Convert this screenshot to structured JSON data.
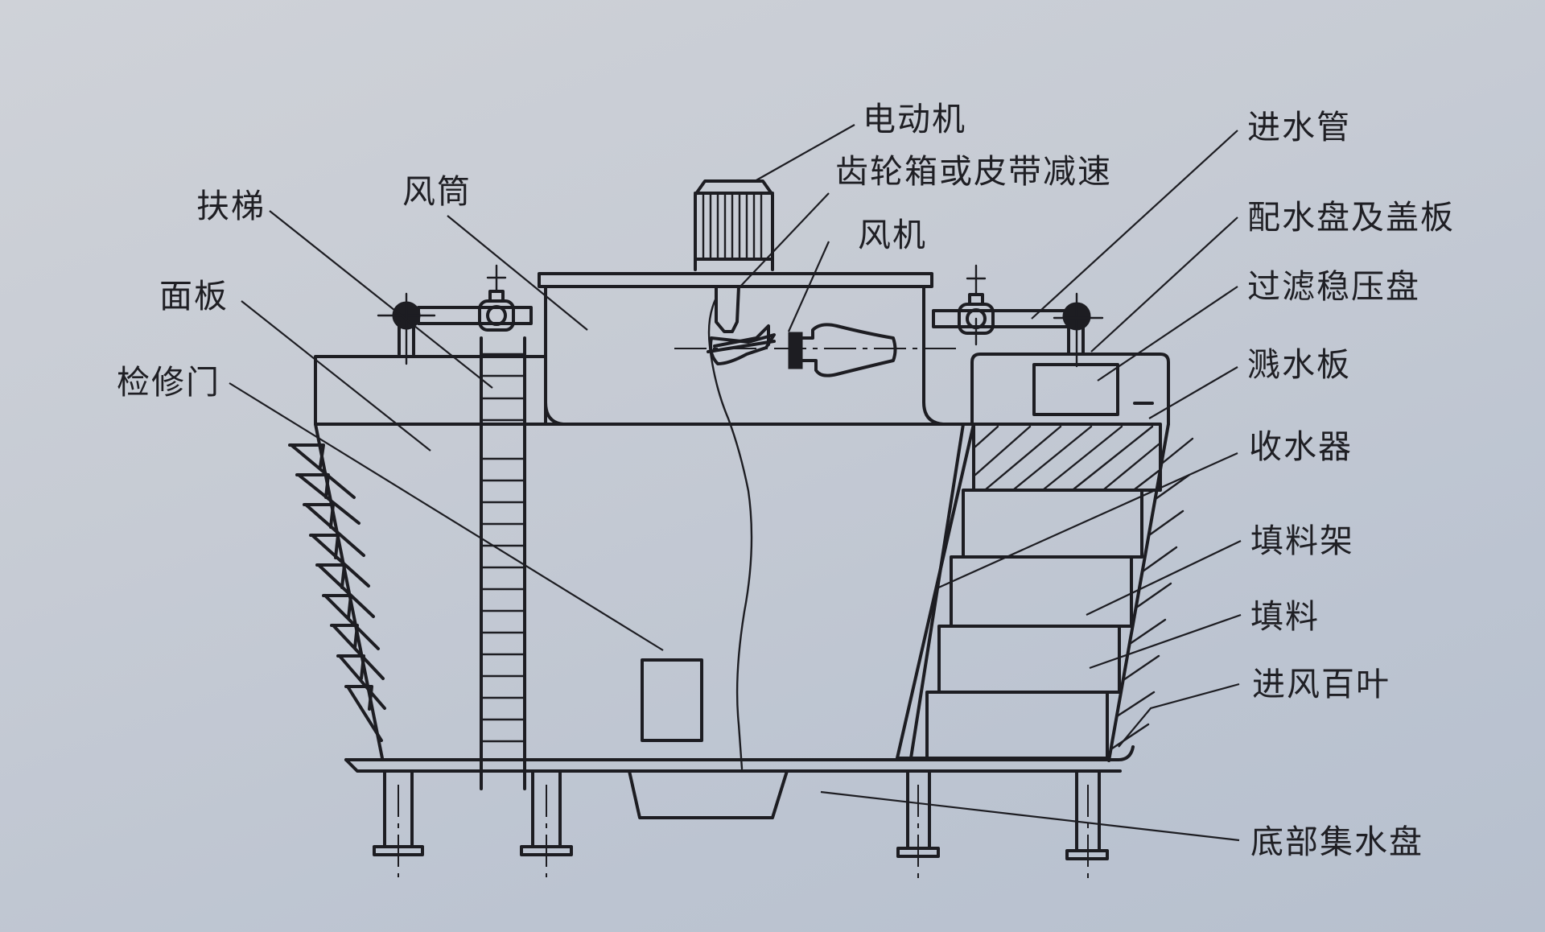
{
  "diagram": {
    "title": "Cooling tower structure diagram",
    "labels": {
      "motor": "电动机",
      "gearbox": "齿轮箱或皮带减速",
      "fan": "风机",
      "ladder": "扶梯",
      "fan_stack": "风筒",
      "panel": "面板",
      "access_door": "检修门",
      "inlet_pipe": "进水管",
      "distribution_basin": "配水盘及盖板",
      "filter_basin": "过滤稳压盘",
      "splash_plate": "溅水板",
      "drift_eliminator": "收水器",
      "fill_rack": "填料架",
      "fill": "填料",
      "air_inlet_louver": "进风百叶",
      "collection_basin": "底部集水盘"
    },
    "colors": {
      "ink": "#1d1d22",
      "paper": "#c6cbd4"
    }
  }
}
